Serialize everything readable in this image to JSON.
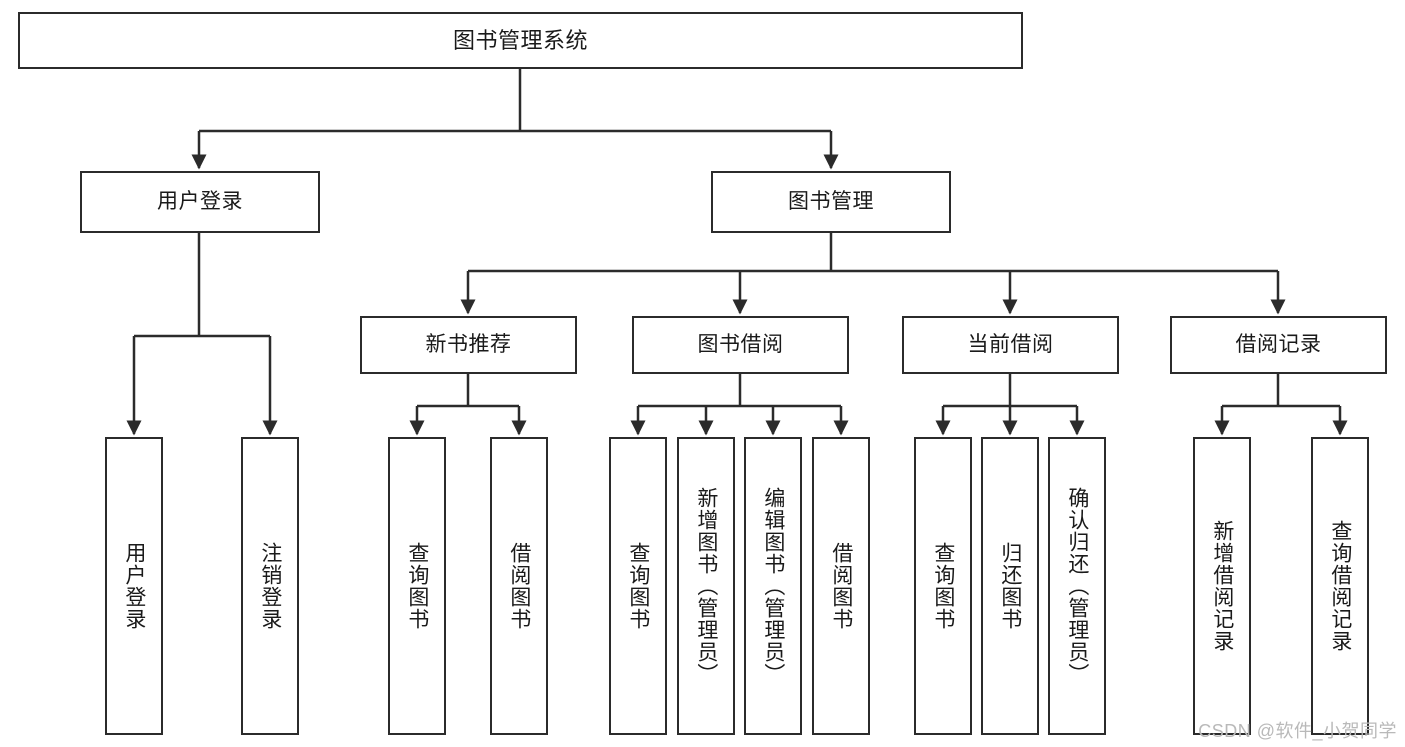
{
  "diagram": {
    "title": "图书管理系统",
    "watermark": "CSDN @软件_小贺同学",
    "colors": {
      "border": "#2b2b2b",
      "background": "#ffffff",
      "text": "#1a1a1a",
      "watermark": "#b9b9b9"
    },
    "nodes": {
      "root": {
        "label": "图书管理系统"
      },
      "level1": [
        {
          "id": "user-login",
          "label": "用户登录"
        },
        {
          "id": "book-manage",
          "label": "图书管理"
        }
      ],
      "level2": [
        {
          "id": "new-book-recommend",
          "label": "新书推荐"
        },
        {
          "id": "book-borrow",
          "label": "图书借阅"
        },
        {
          "id": "current-borrow",
          "label": "当前借阅"
        },
        {
          "id": "borrow-record",
          "label": "借阅记录"
        }
      ],
      "leaves": {
        "user-login": [
          {
            "id": "leaf-user-login",
            "label": "用户登录"
          },
          {
            "id": "leaf-logout-login",
            "label": "注销登录"
          }
        ],
        "new-book-recommend": [
          {
            "id": "leaf-query-book-1",
            "label": "查询图书"
          },
          {
            "id": "leaf-borrow-book-1",
            "label": "借阅图书"
          }
        ],
        "book-borrow": [
          {
            "id": "leaf-query-book-2",
            "label": "查询图书"
          },
          {
            "id": "leaf-add-book",
            "label": "新增图书（管理员）"
          },
          {
            "id": "leaf-edit-book",
            "label": "编辑图书（管理员）"
          },
          {
            "id": "leaf-borrow-book-2",
            "label": "借阅图书"
          }
        ],
        "current-borrow": [
          {
            "id": "leaf-query-book-3",
            "label": "查询图书"
          },
          {
            "id": "leaf-return-book",
            "label": "归还图书"
          },
          {
            "id": "leaf-confirm-return",
            "label": "确认归还（管理员）"
          }
        ],
        "borrow-record": [
          {
            "id": "leaf-add-record",
            "label": "新增借阅记录"
          },
          {
            "id": "leaf-query-record",
            "label": "查询借阅记录"
          }
        ]
      }
    }
  }
}
